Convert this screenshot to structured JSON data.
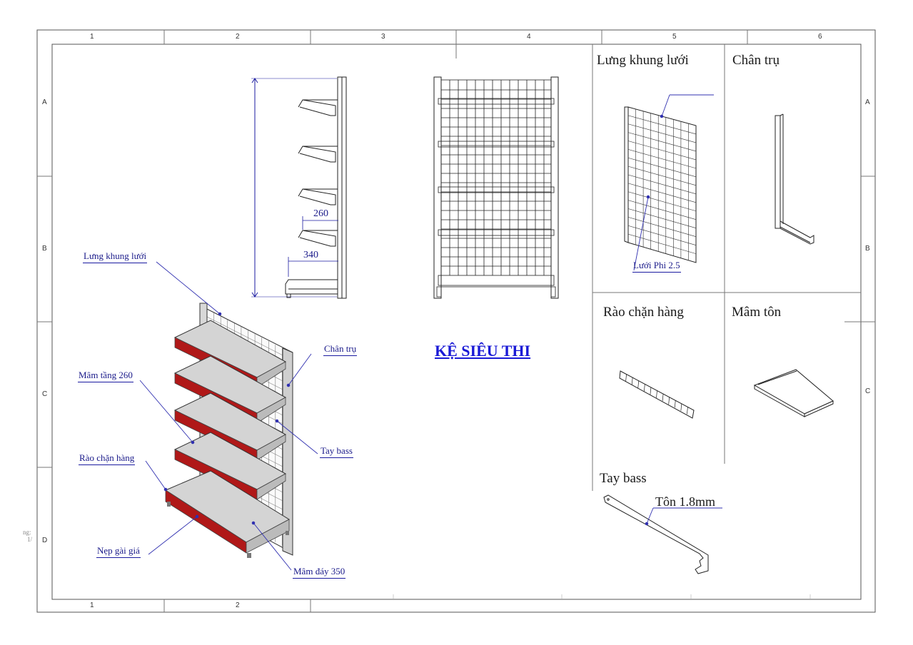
{
  "zones": {
    "columns_top": [
      "1",
      "2",
      "3",
      "4",
      "5",
      "6"
    ],
    "columns_bottom": [
      "1",
      "2"
    ],
    "rows_left": [
      "A",
      "B",
      "C",
      "D"
    ],
    "rows_right": [
      "A",
      "B",
      "C"
    ]
  },
  "dimensions": {
    "shelf_depth": "260",
    "base_depth": "340"
  },
  "main_title": "KỆ SIÊU THI",
  "callouts": {
    "back_mesh": "Lưng khung lưới",
    "upright": "Chân trụ",
    "shelf": "Mâm tầng 260",
    "bracket": "Tay bass",
    "fence": "Rào chặn hàng",
    "clip": "Nẹp gài giá",
    "base_shelf": "Mâm đáy 350"
  },
  "parts": {
    "back_mesh_title": "Lưng khung lưới",
    "back_mesh_note": "Lưới Phi 2.5",
    "upright_title": "Chân trụ",
    "fence_title": "Rào chặn hàng",
    "tray_title": "Mâm tôn",
    "bracket_title": "Tay bass",
    "bracket_note": "Tôn 1.8mm"
  },
  "margin_text": {
    "line1": "ng:",
    "line2": "1/"
  },
  "colors": {
    "callout": "#1a1a8a",
    "title": "#1a1ad6",
    "shelf_lip": "#b01818",
    "shelf": "#d4d4d4"
  }
}
